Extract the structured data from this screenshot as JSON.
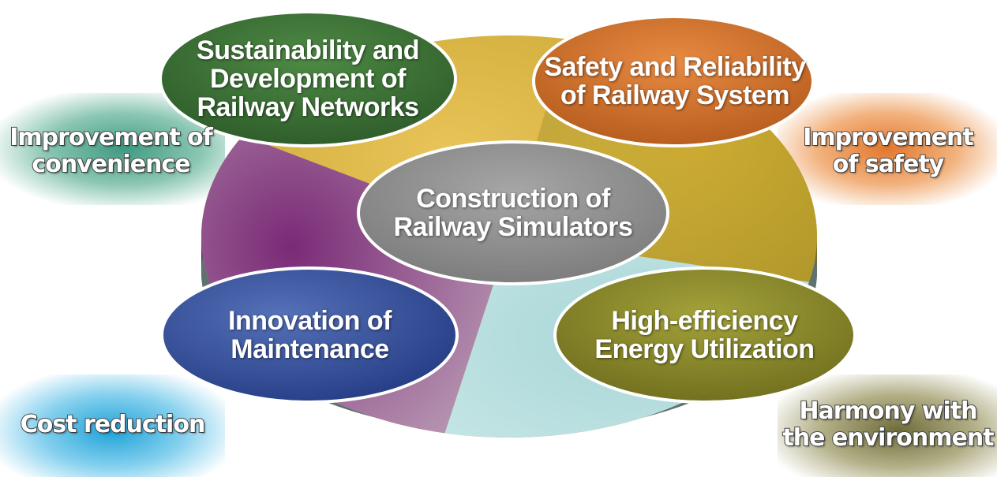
{
  "center": {
    "lines": [
      "Construction of",
      "Railway Simulators"
    ],
    "color": "#8e8e8e"
  },
  "nodes": [
    {
      "id": "sustainability",
      "lines": [
        "Sustainability and",
        "Development of",
        "Railway Networks"
      ],
      "color": "#3b7436"
    },
    {
      "id": "safety-reliability",
      "lines": [
        "Safety and Reliability",
        "of Railway System"
      ],
      "color": "#d1702b"
    },
    {
      "id": "maintenance",
      "lines": [
        "Innovation of",
        "Maintenance"
      ],
      "color": "#3a56a0"
    },
    {
      "id": "energy",
      "lines": [
        "High-efficiency",
        "Energy Utilization"
      ],
      "color": "#8a8a2a"
    }
  ],
  "outcomes": [
    {
      "id": "convenience",
      "lines": [
        "Improvement of",
        "convenience"
      ],
      "color": "#3f9a82"
    },
    {
      "id": "safety",
      "lines": [
        "Improvement",
        "of safety"
      ],
      "color": "#e2782e"
    },
    {
      "id": "cost",
      "lines": [
        "Cost reduction"
      ],
      "color": "#1fa3d8"
    },
    {
      "id": "environment",
      "lines": [
        "Harmony with",
        "the environment"
      ],
      "color": "#6e6b3a"
    }
  ]
}
